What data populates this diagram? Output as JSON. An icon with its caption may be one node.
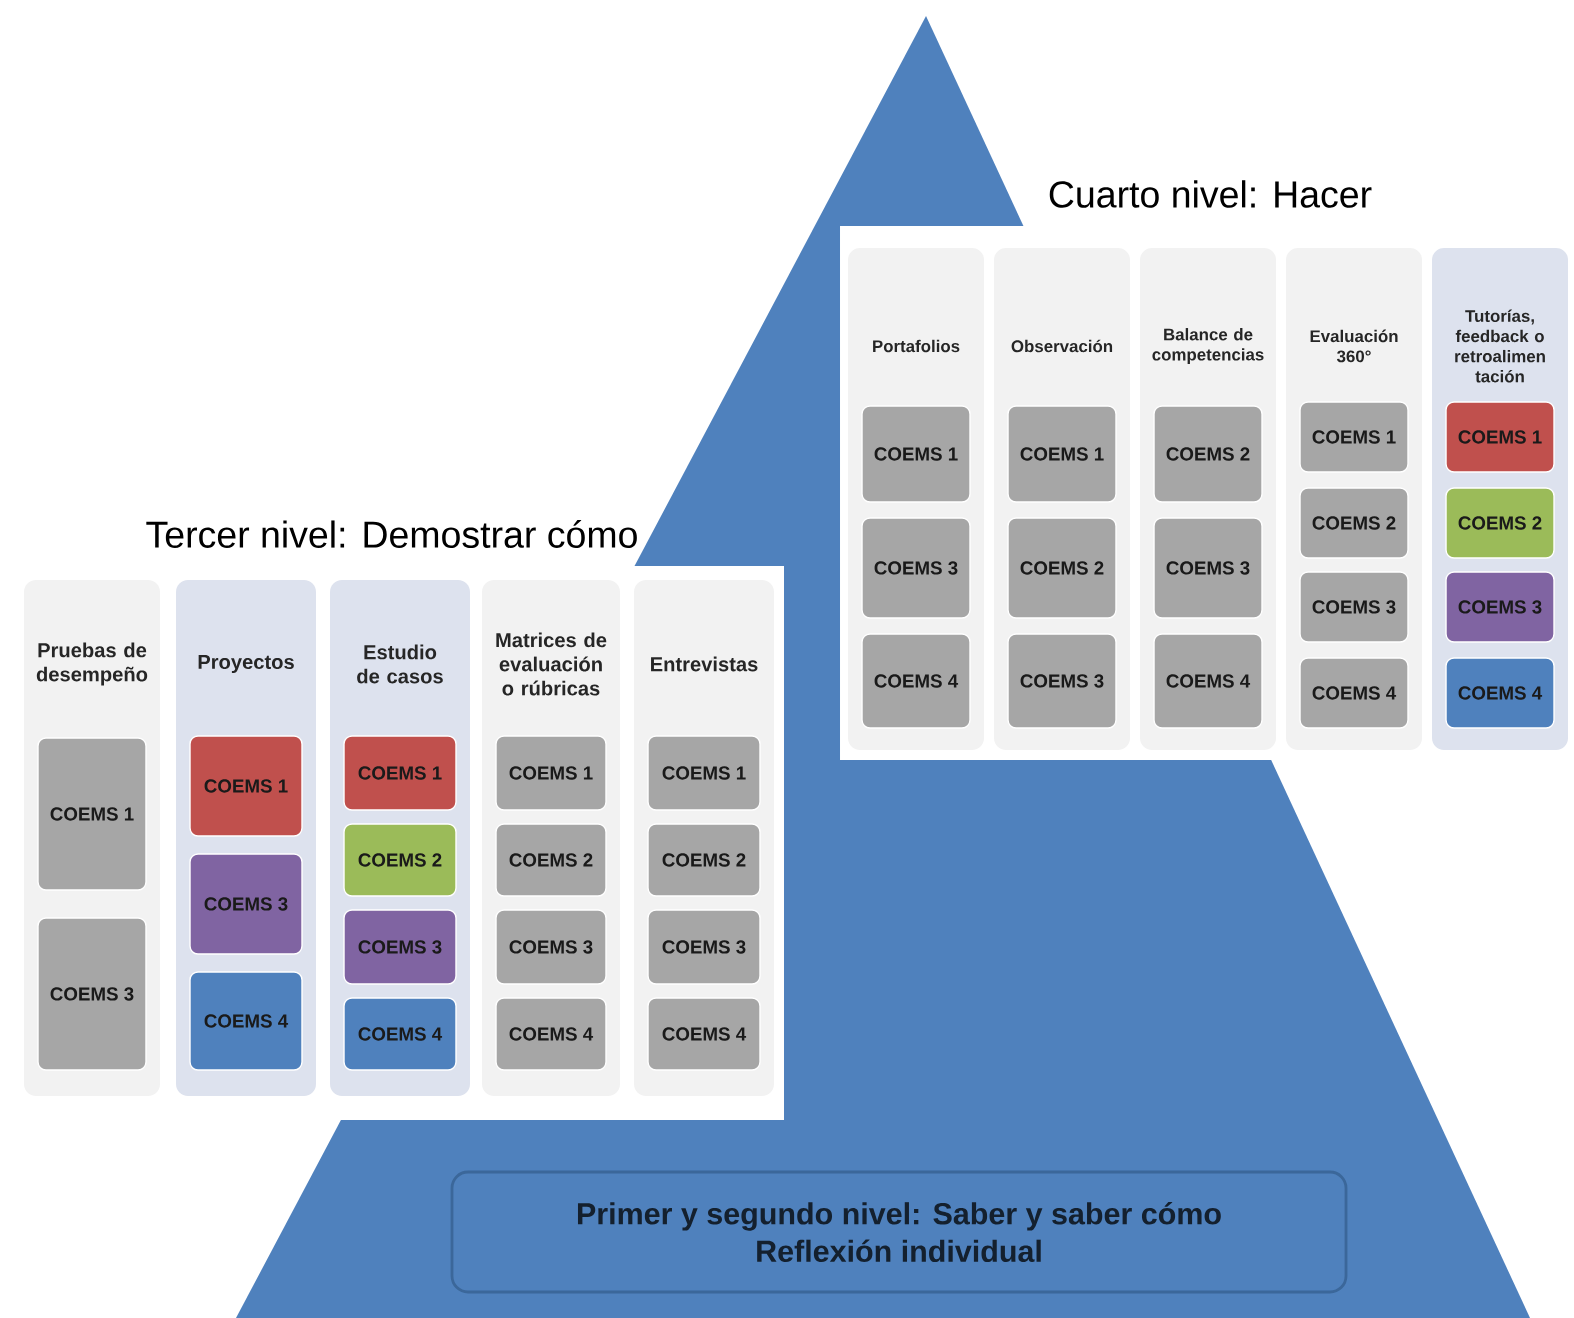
{
  "diagram": {
    "nodes": [
      {
        "text": [
          "Cuarto nivel: Hacer"
        ]
      },
      {
        "text": [
          "Portafolios"
        ],
        "in": 0
      },
      {
        "text": [
          "COEMS 1"
        ],
        "in": 1
      },
      {
        "text": [
          "COEMS 3"
        ],
        "in": 1
      },
      {
        "text": [
          "COEMS 4"
        ],
        "in": 1
      },
      {
        "text": [
          "Observación"
        ],
        "in": 0
      },
      {
        "text": [
          "COEMS 1"
        ],
        "in": 5
      },
      {
        "text": [
          "COEMS 2"
        ],
        "in": 5
      },
      {
        "text": [
          "COEMS 3"
        ],
        "in": 5
      },
      {
        "text": [
          "Balance de competencias"
        ],
        "in": 0
      },
      {
        "text": [
          "COEMS 2"
        ],
        "in": 9
      },
      {
        "text": [
          "COEMS 3"
        ],
        "in": 9
      },
      {
        "text": [
          "COEMS 4"
        ],
        "in": 9
      },
      {
        "text": [
          "Evaluación 360°"
        ],
        "in": 0
      },
      {
        "text": [
          "COEMS 1"
        ],
        "in": 13
      },
      {
        "text": [
          "COEMS 2"
        ],
        "in": 13
      },
      {
        "text": [
          "COEMS 3"
        ],
        "in": 13
      },
      {
        "text": [
          "COEMS 4"
        ],
        "in": 13
      },
      {
        "text": [
          "Tutorías, feedback o retroalimen tación"
        ],
        "in": 0
      },
      {
        "text": [
          "COEMS 1"
        ],
        "in": 18
      },
      {
        "text": [
          "COEMS 2"
        ],
        "in": 18
      },
      {
        "text": [
          "COEMS 3"
        ],
        "in": 18
      },
      {
        "text": [
          "COEMS 4"
        ],
        "in": 18
      },
      {
        "text": [
          "Tercer nivel: Demostrar cómo"
        ]
      },
      {
        "text": [
          "Pruebas de desempeño"
        ],
        "in": 23
      },
      {
        "text": [
          "COEMS 1"
        ],
        "in": 24
      },
      {
        "text": [
          "COEMS 3"
        ],
        "in": 24
      },
      {
        "text": [
          "Proyectos"
        ],
        "in": 23
      },
      {
        "text": [
          "COEMS 1"
        ],
        "in": 27
      },
      {
        "text": [
          "COEMS 3"
        ],
        "in": 27
      },
      {
        "text": [
          "COEMS 4"
        ],
        "in": 27
      },
      {
        "text": [
          "Estudio de casos"
        ],
        "in": 23
      },
      {
        "text": [
          "COEMS 1"
        ],
        "in": 31
      },
      {
        "text": [
          "COEMS 2"
        ],
        "in": 31
      },
      {
        "text": [
          "COEMS 3"
        ],
        "in": 31
      },
      {
        "text": [
          "COEMS 4"
        ],
        "in": 31
      },
      {
        "text": [
          "Matrices de evaluación o rúbricas"
        ],
        "in": 23
      },
      {
        "text": [
          "COEMS 1"
        ],
        "in": 36
      },
      {
        "text": [
          "COEMS 2"
        ],
        "in": 36
      },
      {
        "text": [
          "COEMS 3"
        ],
        "in": 36
      },
      {
        "text": [
          "COEMS 4"
        ],
        "in": 36
      },
      {
        "text": [
          "Entrevistas"
        ],
        "in": 23
      },
      {
        "text": [
          "COEMS 1"
        ],
        "in": 41
      },
      {
        "text": [
          "COEMS 2"
        ],
        "in": 41
      },
      {
        "text": [
          "COEMS 3"
        ],
        "in": 41
      },
      {
        "text": [
          "COEMS 4"
        ],
        "in": 41
      },
      {
        "text": [
          "Primer y segundo nivel: Saber y saber cómo",
          "Reflexión individual"
        ]
      }
    ]
  }
}
